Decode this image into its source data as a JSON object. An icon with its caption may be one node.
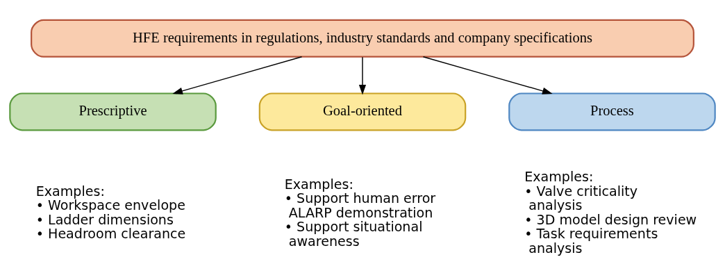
{
  "diagram": {
    "nodes": [
      {
        "text": [
          "HFE requirements in regulations, industry standards and company specifications"
        ]
      },
      {
        "text": [
          "Prescriptive"
        ],
        "beside": [
          "Examples:",
          "• Workspace envelope",
          "• Ladder dimensions",
          "• Headroom clearance"
        ]
      },
      {
        "text": [
          "Goal-oriented"
        ],
        "beside": [
          "Examples:",
          "• Support human error ALARP demonstration",
          "• Support situational awareness"
        ]
      },
      {
        "text": [
          "Process"
        ],
        "beside": [
          "Examples:",
          "• Valve criticality analysis",
          "• 3D model design review",
          "• Task requirements analysis"
        ]
      }
    ],
    "edges": [
      {
        "from": 0,
        "to": 1,
        "arrow": "to"
      },
      {
        "from": 0,
        "to": 2,
        "arrow": "to"
      },
      {
        "from": 0,
        "to": 3,
        "arrow": "to"
      }
    ]
  }
}
